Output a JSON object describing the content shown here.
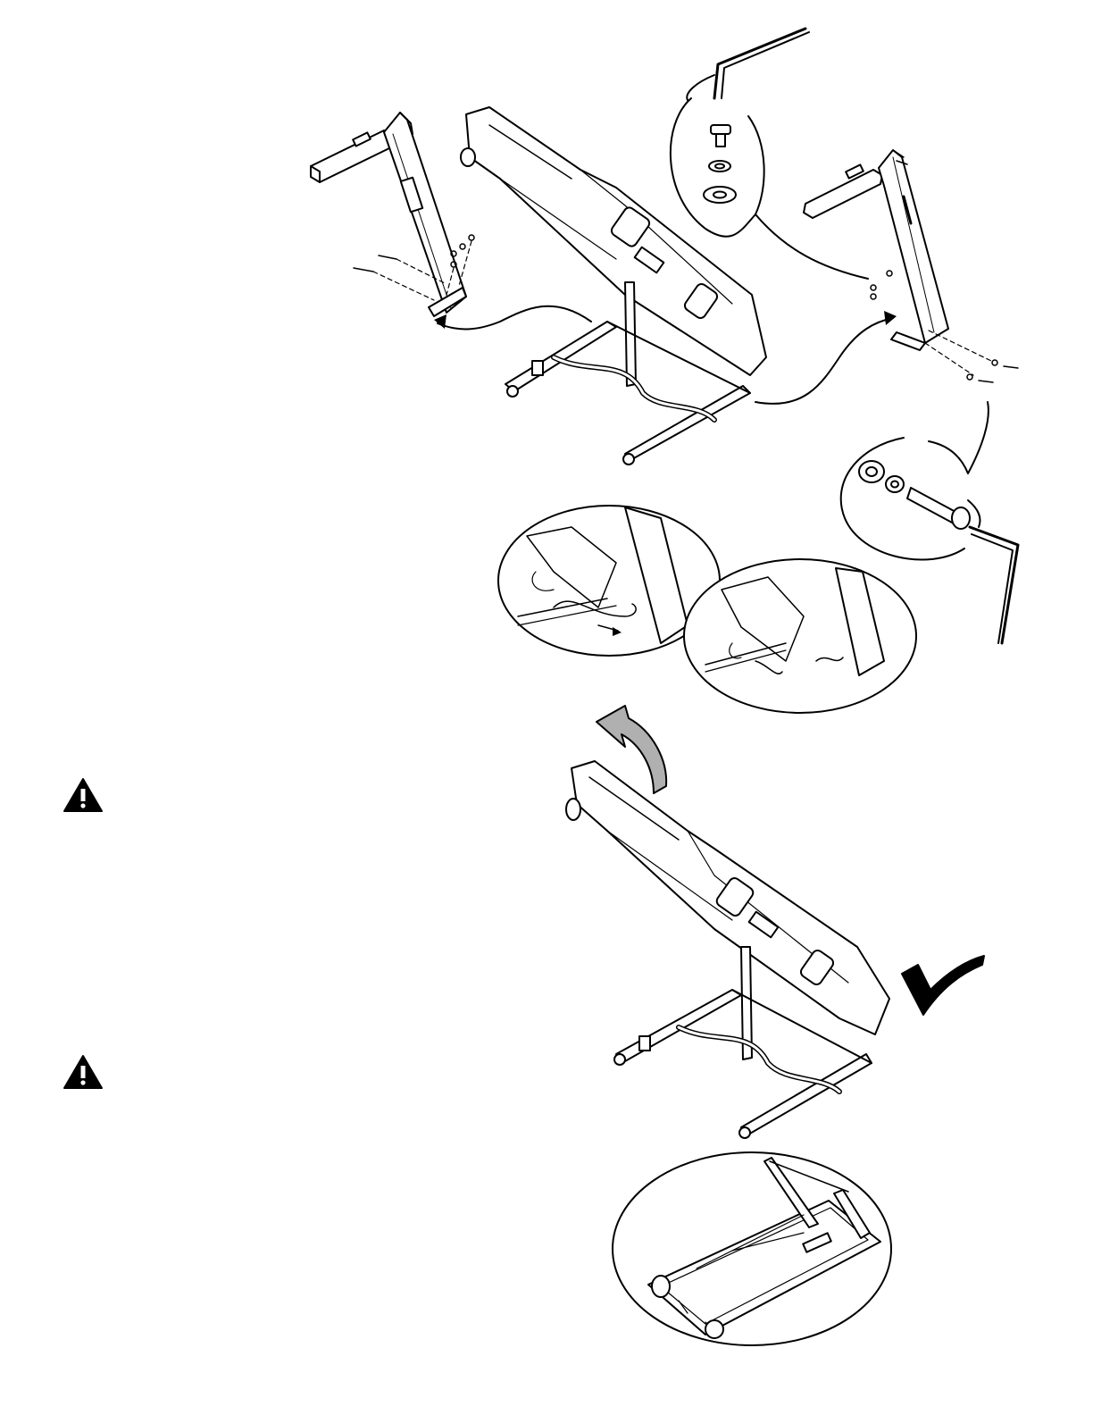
{
  "page": {
    "background": "#ffffff",
    "line_color": "#000000",
    "arrow_fill": "#b0b0b0"
  },
  "warnings": [
    {
      "icon": "warning-triangle-icon",
      "glyph": "!"
    },
    {
      "icon": "warning-triangle-icon",
      "glyph": "!"
    }
  ],
  "confirmation": {
    "icon": "checkmark-icon"
  },
  "illustrations": [
    {
      "name": "left-upright-exploded"
    },
    {
      "name": "treadmill-base-folded"
    },
    {
      "name": "right-upright-exploded"
    },
    {
      "name": "bolt-washer-detail-top"
    },
    {
      "name": "bolt-washer-detail-bottom"
    },
    {
      "name": "wire-connection-detail-1"
    },
    {
      "name": "wire-connection-detail-2"
    },
    {
      "name": "lift-direction-arrow"
    },
    {
      "name": "treadmill-assembled-lifted"
    },
    {
      "name": "treadmill-top-view-detail"
    }
  ]
}
